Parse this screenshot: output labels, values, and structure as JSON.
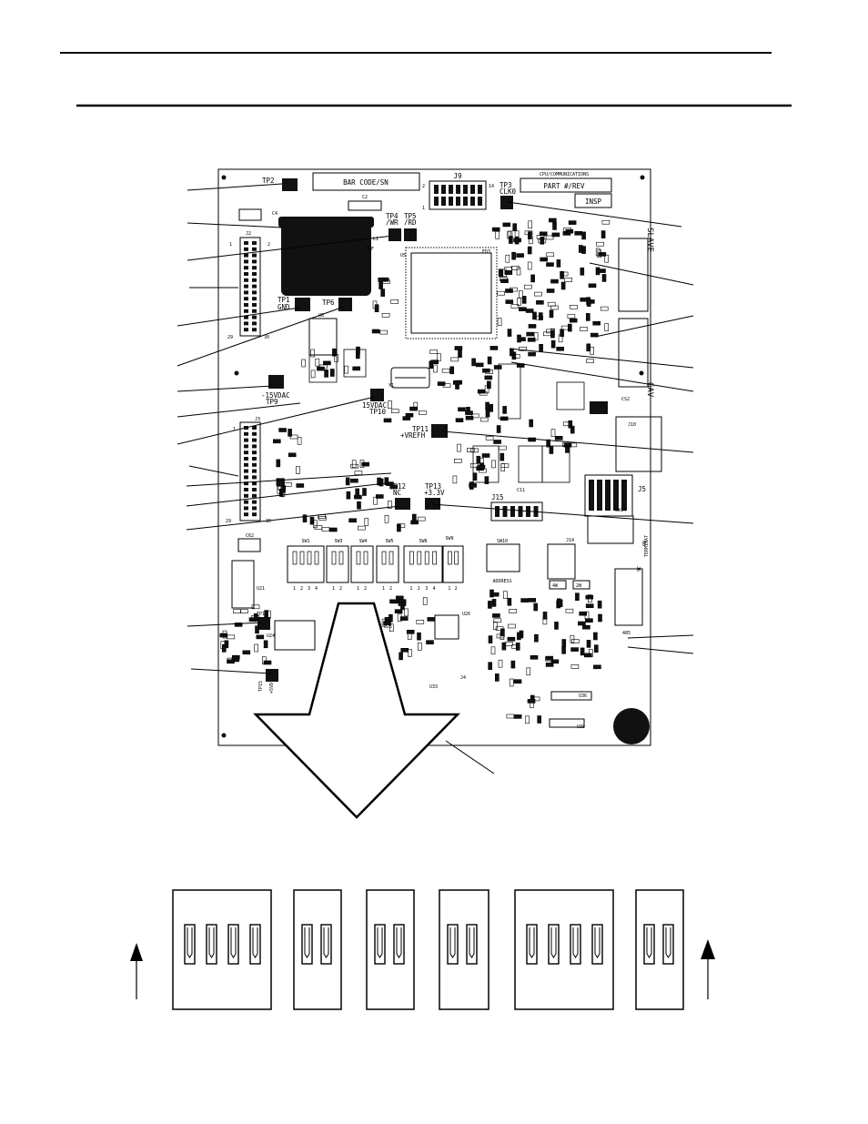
{
  "board": {
    "bar_code": "BAR CODE/SN",
    "title": "CPU/COMMUNICATIONS",
    "part_rev": "PART #/REV",
    "insp": "INSP",
    "j9": "J9",
    "j9_pin2": "2",
    "j9_pin1": "1",
    "j9_pin14": "14",
    "tp3": "TP3",
    "tp3_sig": "CLK0",
    "tp2": "TP2",
    "tp4": "TP4",
    "tp4_sig": "/WR",
    "tp5": "TP5",
    "tp5_sig": "/RD",
    "tp1": "TP1",
    "tp1_sig": "GND",
    "tp6": "TP6",
    "j2": "J2",
    "j2_1": "1",
    "j2_2": "2",
    "j2_29": "29",
    "j2_30": "30",
    "u5": "U5",
    "u8": "U8",
    "l1": "L1",
    "ynf": "YNF",
    "c2": "C2",
    "c4": "C4",
    "tp9_sig": "-15VDAC",
    "tp9": "TP9",
    "tp10_sig": "15VDAC",
    "tp10": "TP10",
    "j3": "J3",
    "j3_1": "1",
    "j3_29": "29",
    "j3_30": "30",
    "y1": "Y1",
    "tp11": "TP11",
    "tp11_sig": "+VREFH",
    "tp12": "TP12",
    "tp12_sig": "NC",
    "tp13": "TP13",
    "tp13_sig": "+3.3V",
    "j15": "J15",
    "j5": "J5",
    "sw14": "SW14",
    "term": "TERMINAT",
    "on": "ON",
    "sw1": "SW1",
    "sw3": "SW3",
    "sw4": "SW4",
    "sw5": "SW5",
    "sw8": "SW8",
    "sw9": "SW9",
    "sw10": "SW10",
    "address": "ADDRESS",
    "j14": "J14",
    "j6": "J6",
    "w4": "4W",
    "w2": "2W",
    "r485": "485",
    "u21": "U21",
    "u24": "U24",
    "u25": "U25",
    "u26": "U26",
    "u33": "U33",
    "u36": "U36",
    "u39": "U39",
    "j4": "J4",
    "tp14": "TP14",
    "tp15": "TP15",
    "tp15_sig": "+5VD",
    "slave": "SLAVE",
    "gav": "GAV",
    "c62": "C62",
    "c11": "C11",
    "fd3": "FD3",
    "j10": "J10",
    "cs2": "CS2",
    "sw_pins_4": [
      "1",
      "2",
      "3",
      "4"
    ],
    "sw_pins_2": [
      "1",
      "2"
    ]
  },
  "colors": {
    "ink": "#000000",
    "chip": "#111111",
    "paper": "#ffffff"
  }
}
